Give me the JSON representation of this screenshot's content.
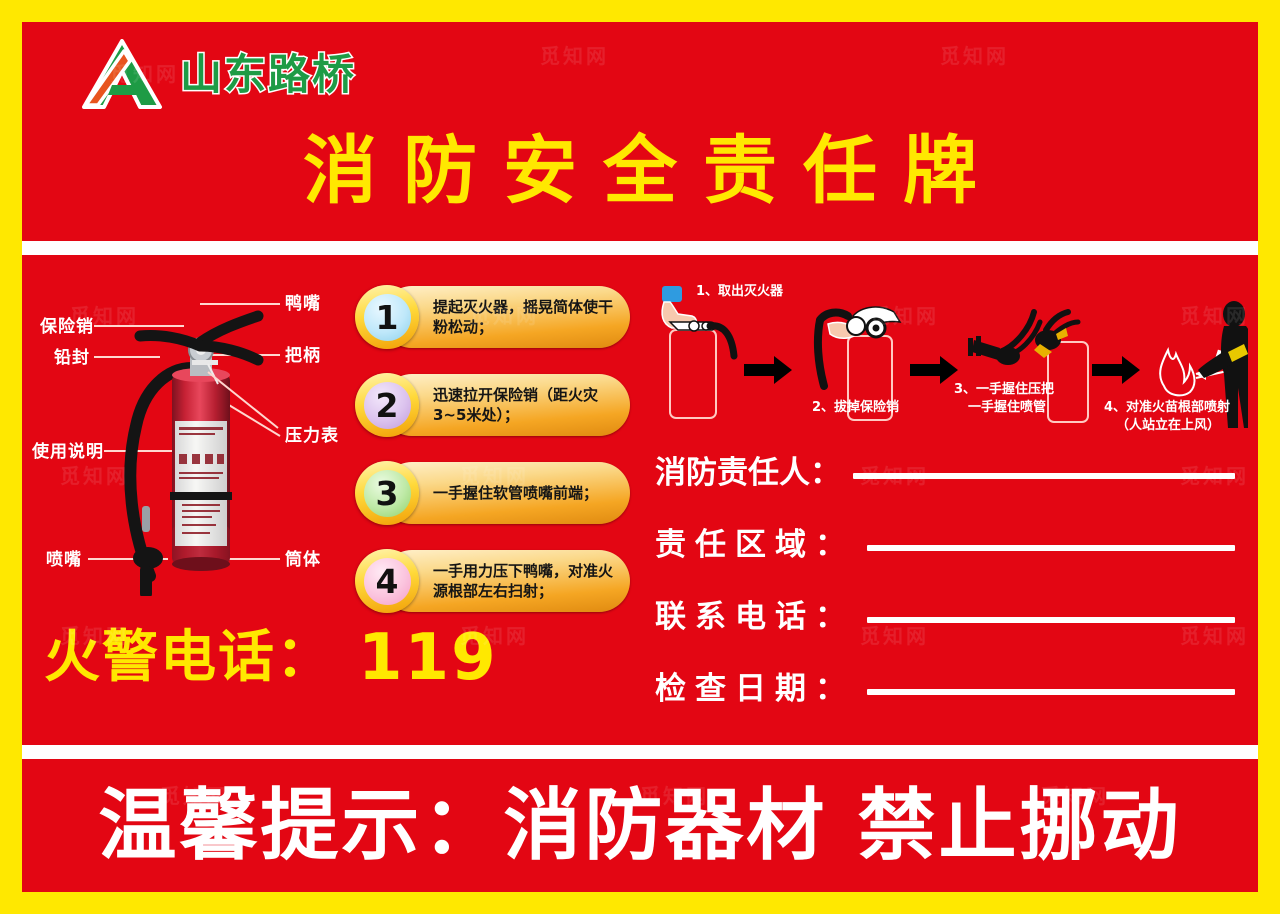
{
  "board": {
    "border_color": "#FFE800",
    "panel_color": "#E30613",
    "divider_color": "#FFFFFF",
    "title": "消防安全责任牌",
    "accent_yellow": "#FFE800"
  },
  "logo": {
    "mark_name": "shandong-luqiao-a-mark",
    "mark_green": "#1E9B45",
    "mark_orange": "#E8541E",
    "text": "山东路桥",
    "text_color": "#1E9B45"
  },
  "extinguisher": {
    "labels_left": [
      {
        "key": "baoxianxiao",
        "text": "保险销"
      },
      {
        "key": "qianfeng",
        "text": "铅封"
      },
      {
        "key": "shiyongshuoming",
        "text": "使用说明"
      },
      {
        "key": "penzui",
        "text": "喷嘴"
      }
    ],
    "labels_right": [
      {
        "key": "yazui",
        "text": "鸭嘴"
      },
      {
        "key": "babing",
        "text": "把柄"
      },
      {
        "key": "yalibiao",
        "text": "压力表"
      },
      {
        "key": "tongti",
        "text": "筒体"
      }
    ],
    "body_label_model": "MFZ/ABC",
    "body_color": "#C62134"
  },
  "steps": [
    {
      "number": "1",
      "badge_color": "#BFE8FA",
      "text": "提起灭火器，摇晃简体使干粉松动；"
    },
    {
      "number": "2",
      "badge_color": "#DCC3EE",
      "text": "迅速拉开保险销（距火灾3~5米处）；"
    },
    {
      "number": "3",
      "badge_color": "#BEE9A6",
      "text": "一手握住软管喷嘴前端；"
    },
    {
      "number": "4",
      "badge_color": "#FBC4DE",
      "text": "一手用力压下鸭嘴，对准火源根部左右扫射；"
    }
  ],
  "illustration": {
    "captions": [
      {
        "key": "take-out",
        "text": "1、取出灭火器"
      },
      {
        "key": "pull-pin",
        "text": "2、拔掉保险销"
      },
      {
        "key": "grip-handle-line1",
        "text": "3、一手握住压把"
      },
      {
        "key": "grip-handle-line2",
        "text": "一手握住喷管"
      },
      {
        "key": "aim-base-line1",
        "text": "4、对准火苗根部喷射"
      },
      {
        "key": "aim-base-line2",
        "text": "（人站立在上风）"
      }
    ],
    "arrow_color": "#000000",
    "flame_color": "#FFFFFF"
  },
  "fields": [
    {
      "key": "responsible-person",
      "label": "消防责任人：",
      "value": "",
      "spaced": false
    },
    {
      "key": "responsible-area",
      "label": "责任区域：",
      "value": "",
      "spaced": true
    },
    {
      "key": "contact-phone",
      "label": "联系电话：",
      "value": "",
      "spaced": true
    },
    {
      "key": "inspection-date",
      "label": "检查日期：",
      "value": "",
      "spaced": true
    }
  ],
  "hotline": {
    "label": "火警电话：",
    "number": "119",
    "color": "#FFE800"
  },
  "banner": {
    "text": "温馨提示：消防器材 禁止挪动",
    "color": "#FFFFFF"
  },
  "watermark": {
    "text": "觅知网"
  }
}
